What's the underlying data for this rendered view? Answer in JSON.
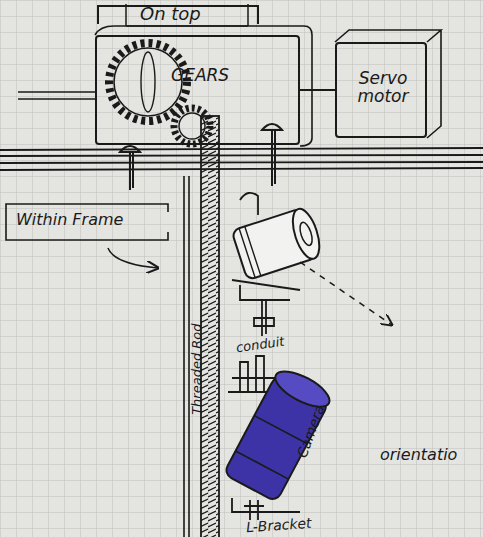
{
  "diagram": {
    "nodes": [
      {
        "text": [
          "GEARS"
        ]
      },
      {
        "text": [
          "Servo motor"
        ]
      },
      {
        "text": [
          "Camera"
        ]
      }
    ],
    "edges": [
      {
        "from": 1,
        "to": 0,
        "arrow": "none"
      }
    ],
    "labels": [
      "On top",
      "Within Frame",
      "Threaded Rod",
      "conduit",
      "orientatio",
      "L-Bracket"
    ]
  }
}
